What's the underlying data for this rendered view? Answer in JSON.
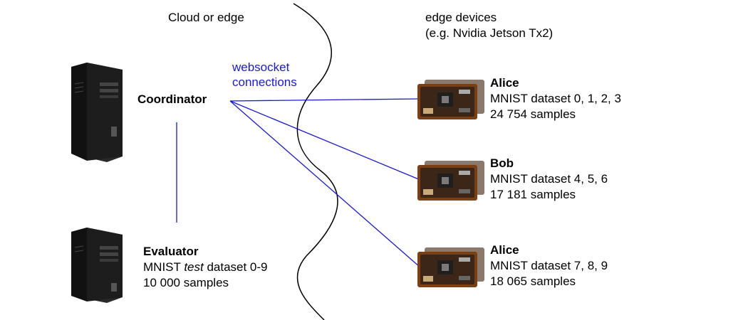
{
  "regions": {
    "cloud_label": "Cloud or edge",
    "edge_label_line1": "edge devices",
    "edge_label_line2": "(e.g. Nvidia Jetson Tx2)"
  },
  "connection_label": {
    "line1": "websocket",
    "line2": "connections"
  },
  "coordinator": {
    "name": "Coordinator"
  },
  "evaluator": {
    "name": "Evaluator",
    "dataset_prefix": "MNIST ",
    "dataset_em": "test",
    "dataset_suffix": " dataset 0-9",
    "samples": "10 000 samples"
  },
  "devices": [
    {
      "name": "Alice",
      "dataset": "MNIST dataset 0, 1, 2, 3",
      "samples": "24 754 samples"
    },
    {
      "name": "Bob",
      "dataset": "MNIST dataset 4, 5, 6",
      "samples": "17 181 samples"
    },
    {
      "name": "Alice",
      "dataset": "MNIST dataset 7, 8, 9",
      "samples": "18 065 samples"
    }
  ],
  "colors": {
    "connection": "#1a1ad6",
    "divider": "#000000",
    "tower": "#1c1c1c",
    "board": "#7a3f12"
  },
  "icons": {
    "server": "computer-tower-icon",
    "device": "jetson-board-icon"
  }
}
